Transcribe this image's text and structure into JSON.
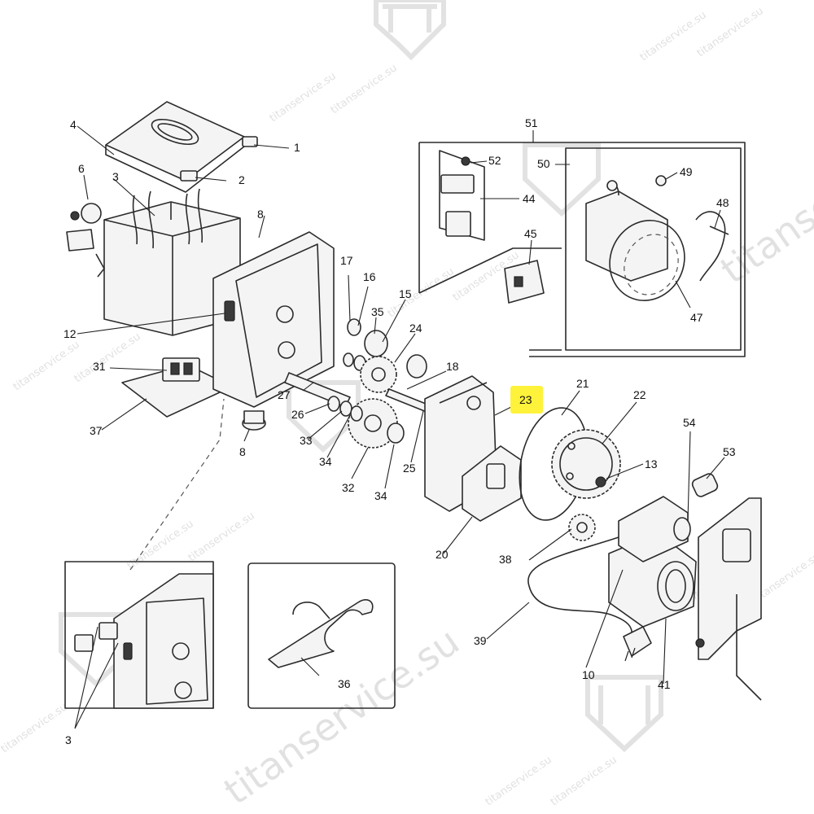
{
  "watermark": {
    "text": "titanservice.su",
    "logo_icon": "tt-shield-logo"
  },
  "highlight_color": "#fff23a",
  "callouts": {
    "c1": "1",
    "c2": "2",
    "c3": "3",
    "c4": "4",
    "c6": "6",
    "c8": "8",
    "c8b": "8",
    "c10": "10",
    "c12": "12",
    "c13": "13",
    "c15": "15",
    "c16": "16",
    "c17": "17",
    "c18": "18",
    "c20": "20",
    "c21": "21",
    "c22": "22",
    "c23": "23",
    "c24": "24",
    "c25": "25",
    "c26": "26",
    "c27": "27",
    "c31": "31",
    "c32": "32",
    "c33": "33",
    "c34a": "34",
    "c34b": "34",
    "c35": "35",
    "c36": "36",
    "c37": "37",
    "c38": "38",
    "c39": "39",
    "c41": "41",
    "c44": "44",
    "c45": "45",
    "c47": "47",
    "c48": "48",
    "c49": "49",
    "c50": "50",
    "c51": "51",
    "c52": "52",
    "c53": "53",
    "c54": "54",
    "c3b": "3"
  }
}
